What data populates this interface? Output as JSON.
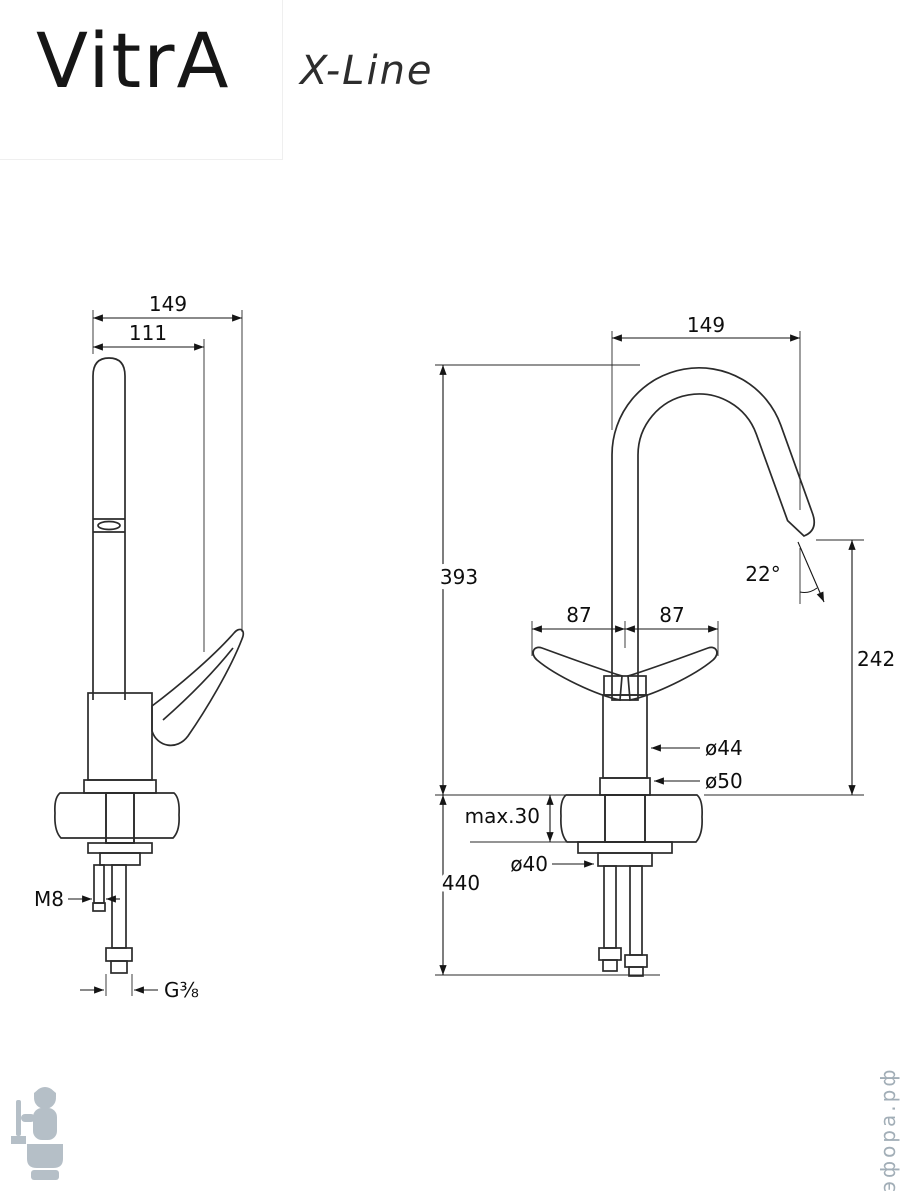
{
  "header": {
    "brand": "VitrA",
    "series": "X-Line"
  },
  "left_view": {
    "dims": {
      "width_total": "149",
      "width_spout": "111",
      "thread": "M8",
      "hose_thread": "G⅜"
    }
  },
  "right_view": {
    "dims": {
      "width_total": "149",
      "height_spout": "393",
      "angle": "22°",
      "reach_left": "87",
      "reach_right": "87",
      "height_outlet": "242",
      "dia_body": "ø44",
      "dia_base": "ø50",
      "deck_thickness": "max.30",
      "dia_hole": "ø40",
      "hose_length": "440"
    }
  },
  "watermark": {
    "site": "эфора.рф"
  },
  "colors": {
    "line": "#2b2b2b",
    "dim_text": "#0e0e0e",
    "watermark": "#a8b4bd",
    "background": "#ffffff"
  }
}
